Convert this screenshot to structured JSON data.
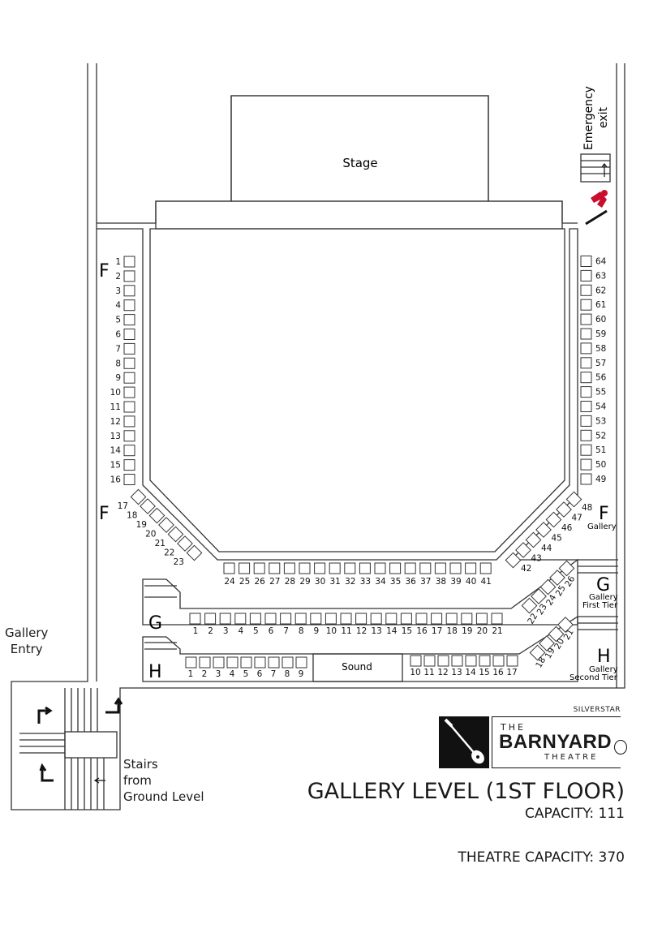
{
  "labels": {
    "stage": "Stage",
    "emergency_line1": "Emergency",
    "emergency_line2": "exit",
    "gallery_entry": "Gallery\nEntry",
    "stairs": "Stairs\nfrom\nGround Level",
    "sound": "Sound",
    "f_gallery": "Gallery",
    "g_first_tier": "Gallery\nFirst Tier",
    "h_second_tier": "Gallery\nSecond Tier"
  },
  "rows": {
    "F": "F",
    "G": "G",
    "H": "H"
  },
  "seats": {
    "f_left": [
      "1",
      "2",
      "3",
      "4",
      "5",
      "6",
      "7",
      "8",
      "9",
      "10",
      "11",
      "12",
      "13",
      "14",
      "15",
      "16"
    ],
    "f_left_diag": [
      "17",
      "18",
      "19",
      "20",
      "21",
      "22",
      "23"
    ],
    "f_front": [
      "24",
      "25",
      "26",
      "27",
      "28",
      "29",
      "30",
      "31",
      "32",
      "33",
      "34",
      "35",
      "36",
      "37",
      "38",
      "39",
      "40",
      "41"
    ],
    "f_right_diag": [
      "42",
      "43",
      "44",
      "45",
      "46",
      "47",
      "48"
    ],
    "f_right": [
      "49",
      "50",
      "51",
      "52",
      "53",
      "54",
      "55",
      "56",
      "57",
      "58",
      "59",
      "60",
      "61",
      "62",
      "63",
      "64"
    ],
    "g_row": [
      "1",
      "2",
      "3",
      "4",
      "5",
      "6",
      "7",
      "8",
      "9",
      "10",
      "11",
      "12",
      "13",
      "14",
      "15",
      "16",
      "17",
      "18",
      "19",
      "20",
      "21"
    ],
    "g_diag": [
      "22",
      "23",
      "24",
      "25",
      "26"
    ],
    "h_left": [
      "1",
      "2",
      "3",
      "4",
      "5",
      "6",
      "7",
      "8",
      "9"
    ],
    "h_right": [
      "10",
      "11",
      "12",
      "13",
      "14",
      "15",
      "16",
      "17"
    ],
    "h_diag": [
      "18",
      "19",
      "20",
      "21"
    ]
  },
  "footer": {
    "title": "GALLERY LEVEL (1ST FLOOR)",
    "capacity": "CAPACITY: 111",
    "theatre_capacity": "THEATRE CAPACITY: 370"
  },
  "logo": {
    "silverstar": "SILVERSTAR",
    "the": "THE",
    "barnyard": "BARNYARD",
    "theatre": "THEATRE"
  },
  "colors": {
    "line": "#333333",
    "exit_icon": "#c8102e"
  }
}
